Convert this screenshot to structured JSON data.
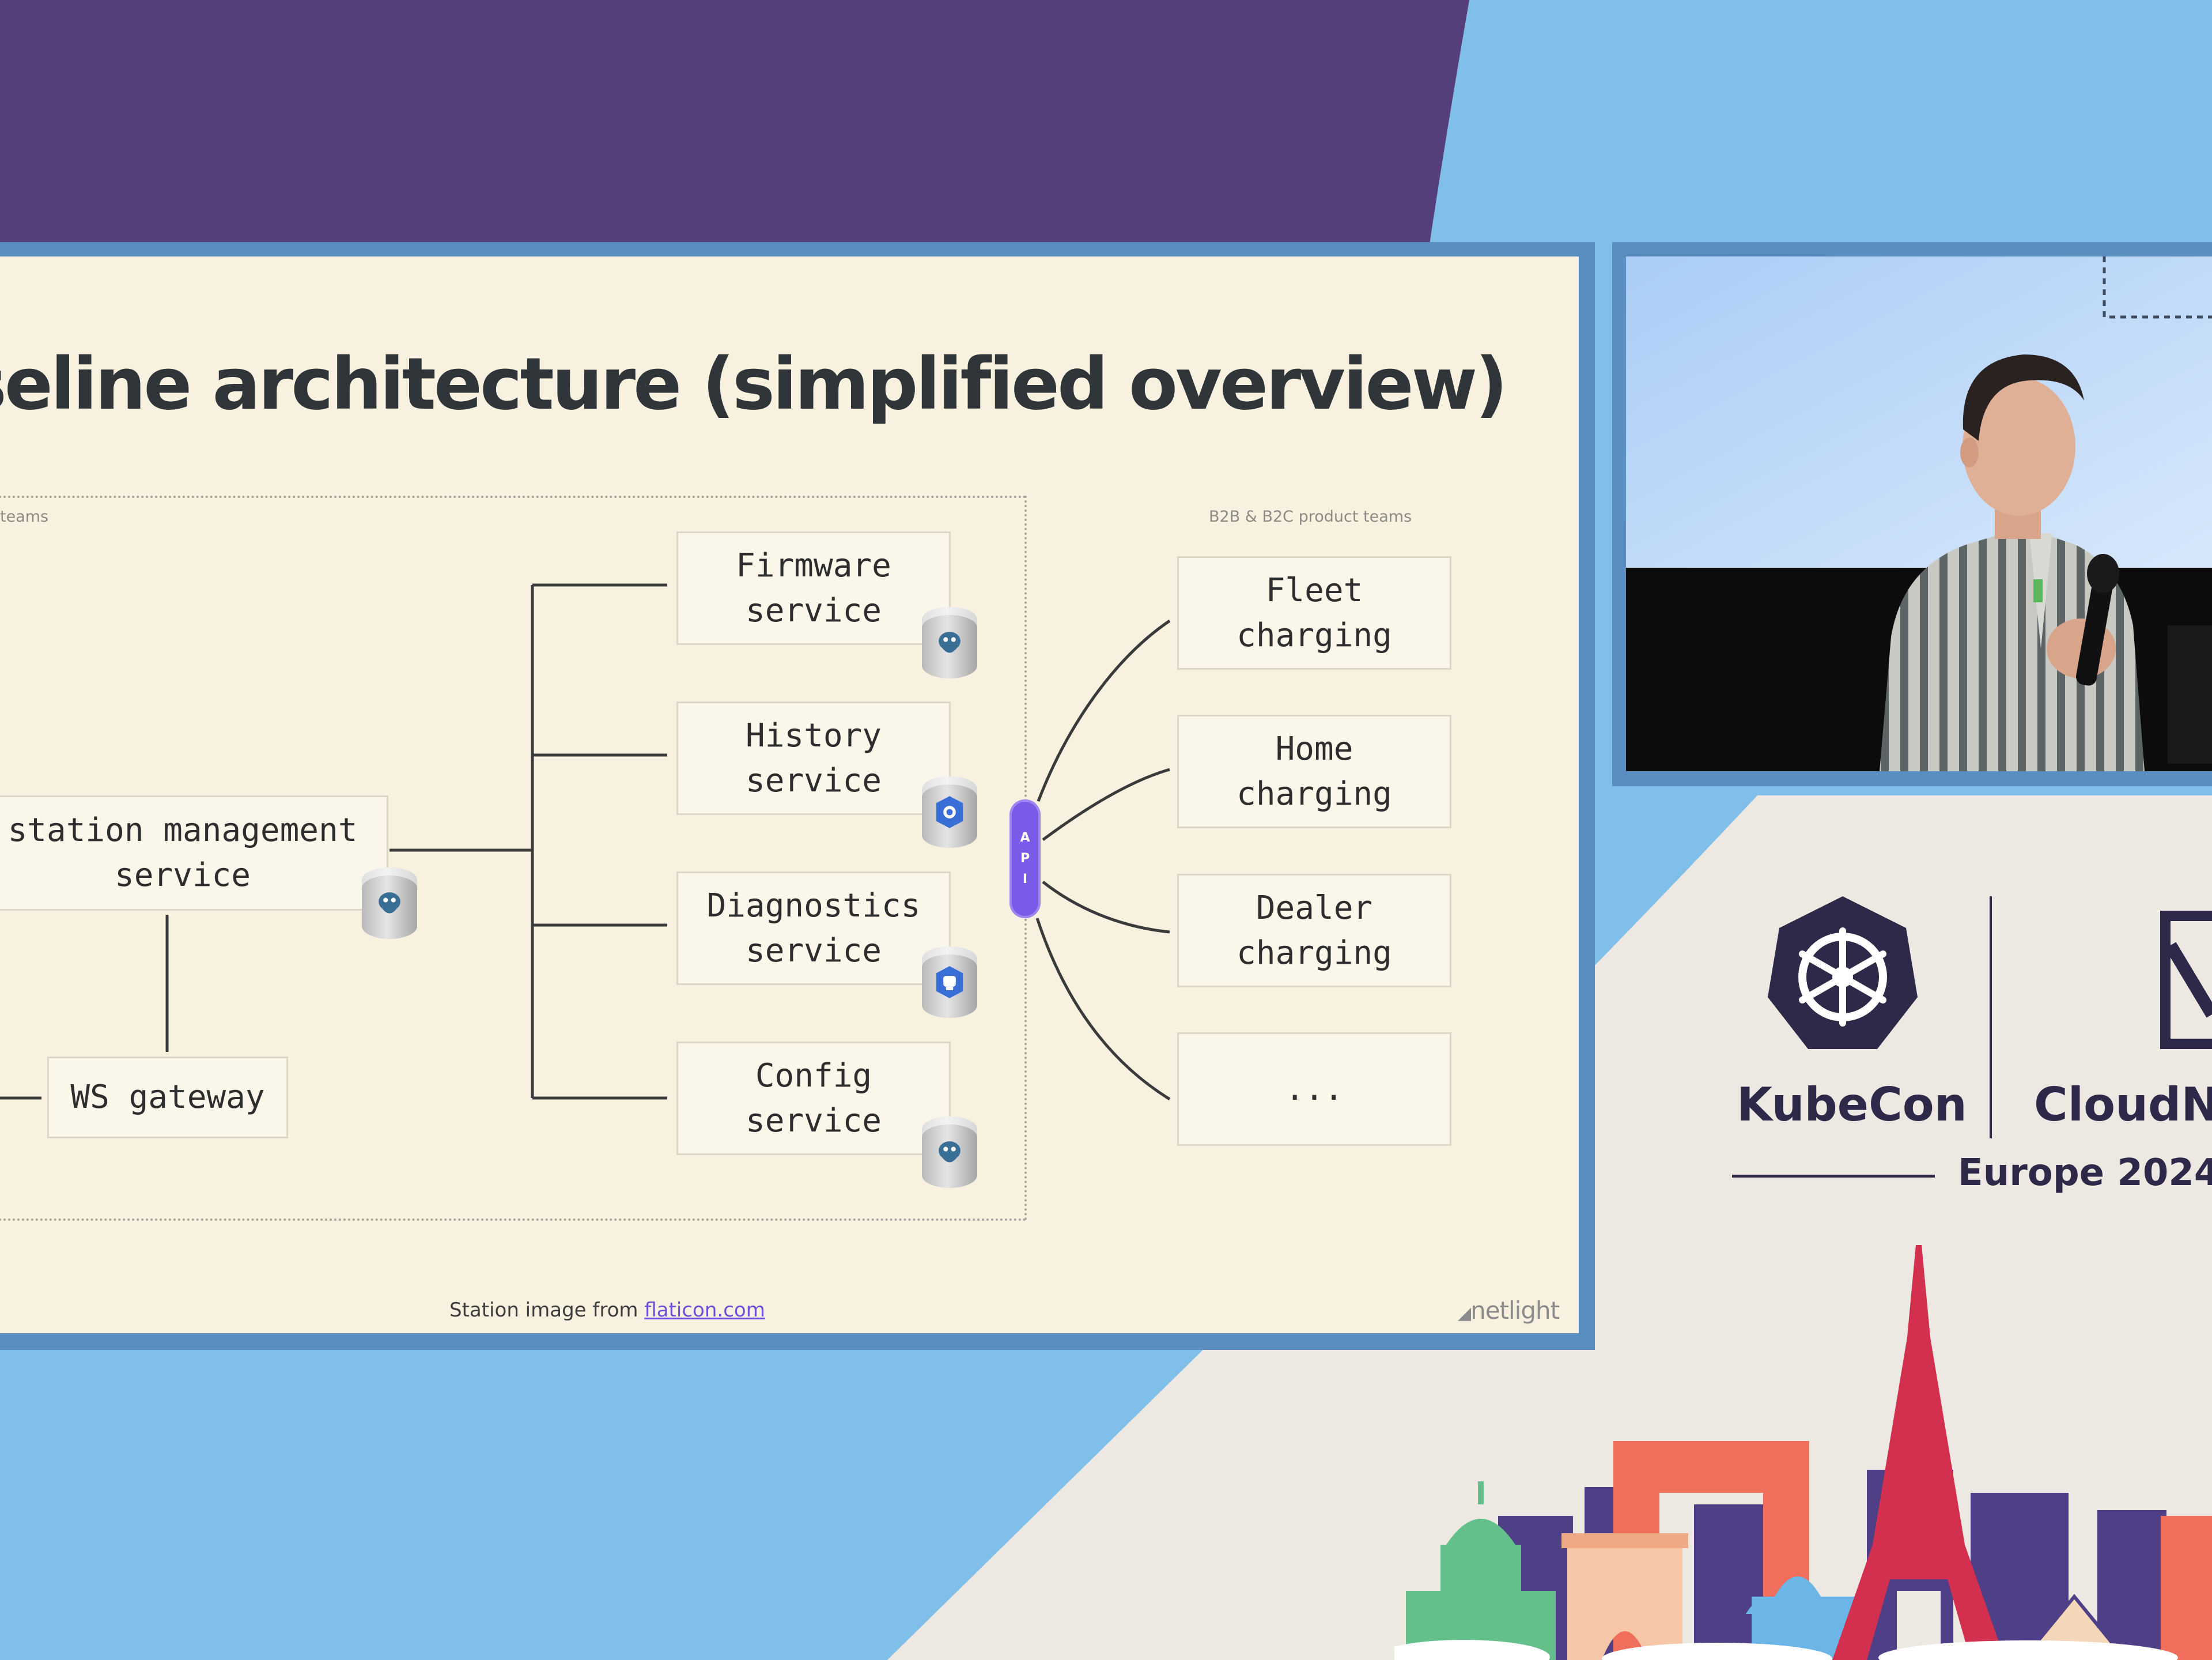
{
  "slide": {
    "title": "seline architecture (simplified overview)",
    "left_group_label": "teams",
    "right_group_label": "B2B & B2C product teams",
    "services": {
      "station_management": "station management\nservice",
      "ws_gateway": "WS gateway",
      "firmware": "Firmware\nservice",
      "history": "History\nservice",
      "diagnostics": "Diagnostics\nservice",
      "config": "Config\nservice"
    },
    "api_letters": [
      "A",
      "P",
      "I"
    ],
    "product_teams": {
      "fleet": "Fleet\ncharging",
      "home": "Home\ncharging",
      "dealer": "Dealer\ncharging",
      "more": "..."
    },
    "credit_prefix": "Station image from ",
    "credit_link": "flaticon.com",
    "brand": "netlight"
  },
  "event": {
    "name": "KubeCon",
    "partner": "CloudN",
    "edition": "Europe 2024"
  },
  "colors": {
    "purple_bg": "#553f7a",
    "sky_blue": "#80bfe9",
    "api_purple": "#7a5be8",
    "k8s_blue": "#3a6fd8",
    "kubecon_navy": "#2e2948"
  }
}
